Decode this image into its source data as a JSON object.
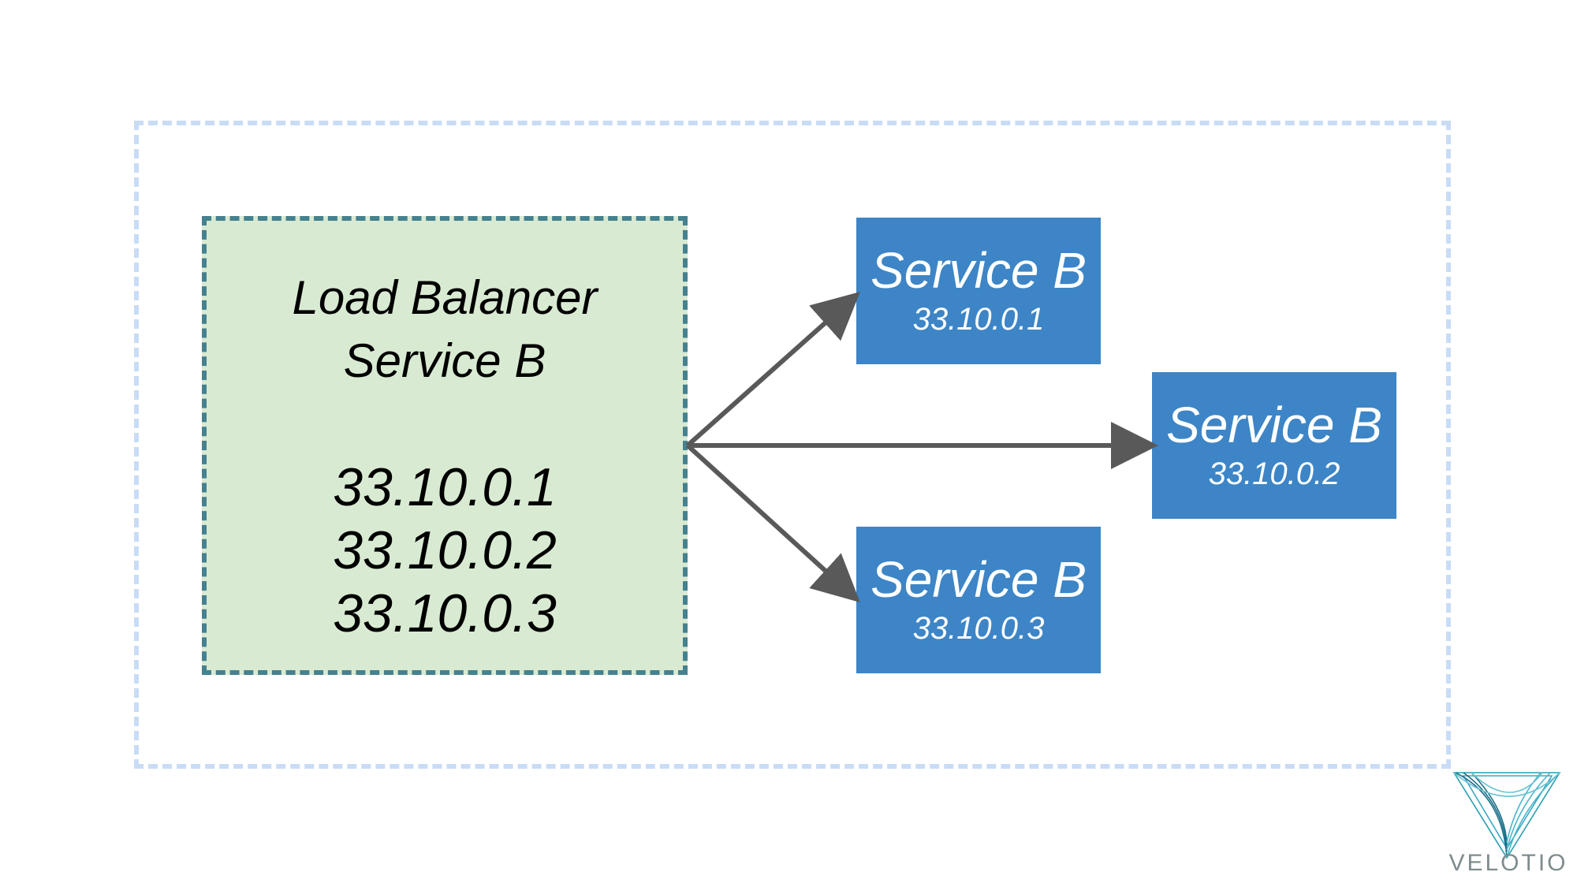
{
  "load_balancer": {
    "title_line1": "Load Balancer",
    "title_line2": "Service B",
    "ips": [
      "33.10.0.1",
      "33.10.0.2",
      "33.10.0.3"
    ]
  },
  "services": [
    {
      "name": "Service B",
      "ip": "33.10.0.1"
    },
    {
      "name": "Service B",
      "ip": "33.10.0.2"
    },
    {
      "name": "Service B",
      "ip": "33.10.0.3"
    }
  ],
  "logo": {
    "text": "VELOTIO",
    "icon": "velotio-triangle-icon"
  },
  "colors": {
    "outer_frame": "#c9dcf6",
    "lb_fill": "#d9ead3",
    "lb_border": "#45818e",
    "service_fill": "#3d85c6",
    "arrow": "#595959"
  }
}
